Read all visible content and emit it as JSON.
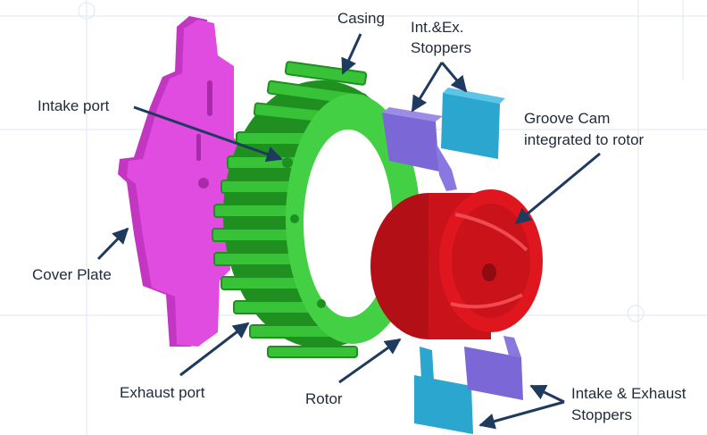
{
  "labels": {
    "casing": "Casing",
    "stoppers_top_line1": "Int.&Ex.",
    "stoppers_top_line2": "Stoppers",
    "intake_port": "Intake port",
    "groove_cam_line1": "Groove Cam",
    "groove_cam_line2": "integrated to rotor",
    "cover_plate": "Cover Plate",
    "exhaust_port": "Exhaust port",
    "rotor": "Rotor",
    "stoppers_bottom_line1": "Intake & Exhaust",
    "stoppers_bottom_line2": "Stoppers"
  },
  "colors": {
    "cover_plate": "#d63fd6",
    "casing": "#2fbf2f",
    "rotor": "#e0161e",
    "stopper_blue": "#2aa6cf",
    "stopper_purple": "#7b68d6",
    "arrow": "#1f3a5f",
    "text": "#1f2a3a"
  }
}
